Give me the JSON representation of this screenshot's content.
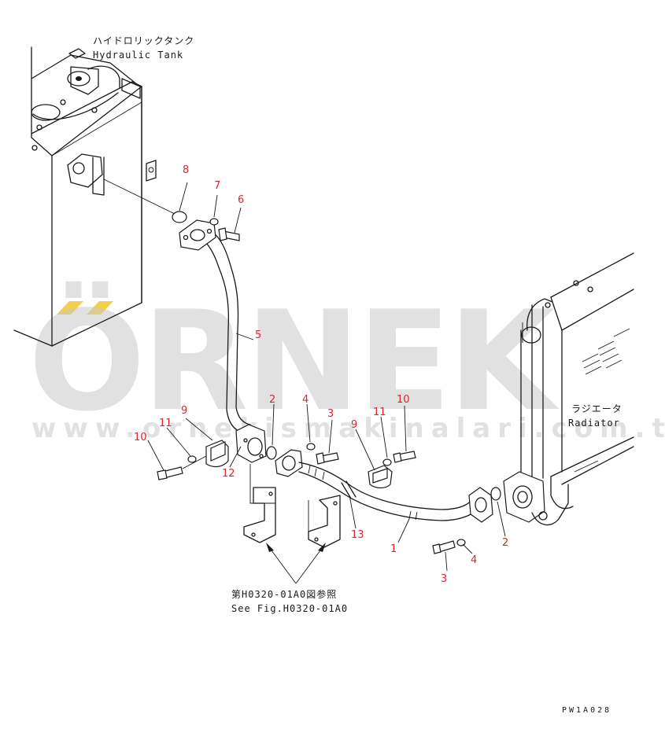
{
  "watermark": {
    "brand": "ÖRNEK",
    "url": "www.ornekismakinalari.com.tr",
    "accent_color": "#f3cf4a",
    "text_color": "#c9c9c9"
  },
  "labels": {
    "hydraulic_tank_jp": "ハイドロリックタンク",
    "hydraulic_tank_en": "Hydraulic Tank",
    "radiator_jp": "ラジエータ",
    "radiator_en": "Radiator",
    "see_fig_jp": "第H0320-01A0図参照",
    "see_fig_en": "See Fig.H0320-01A0",
    "drawing_code": "PW1A028"
  },
  "callouts": [
    {
      "id": "c8",
      "text": "8"
    },
    {
      "id": "c7",
      "text": "7"
    },
    {
      "id": "c6",
      "text": "6"
    },
    {
      "id": "c5",
      "text": "5"
    },
    {
      "id": "c9a",
      "text": "9"
    },
    {
      "id": "c11a",
      "text": "11"
    },
    {
      "id": "c10a",
      "text": "10"
    },
    {
      "id": "c12",
      "text": "12"
    },
    {
      "id": "c2a",
      "text": "2"
    },
    {
      "id": "c4a",
      "text": "4"
    },
    {
      "id": "c3a",
      "text": "3"
    },
    {
      "id": "c9b",
      "text": "9"
    },
    {
      "id": "c11b",
      "text": "11"
    },
    {
      "id": "c10b",
      "text": "10"
    },
    {
      "id": "c13",
      "text": "13"
    },
    {
      "id": "c1",
      "text": "1"
    },
    {
      "id": "c3b",
      "text": "3"
    },
    {
      "id": "c4b",
      "text": "4"
    },
    {
      "id": "c2b",
      "text": "2"
    }
  ],
  "icons": {
    "reference_arrows": "arrow-icon"
  }
}
